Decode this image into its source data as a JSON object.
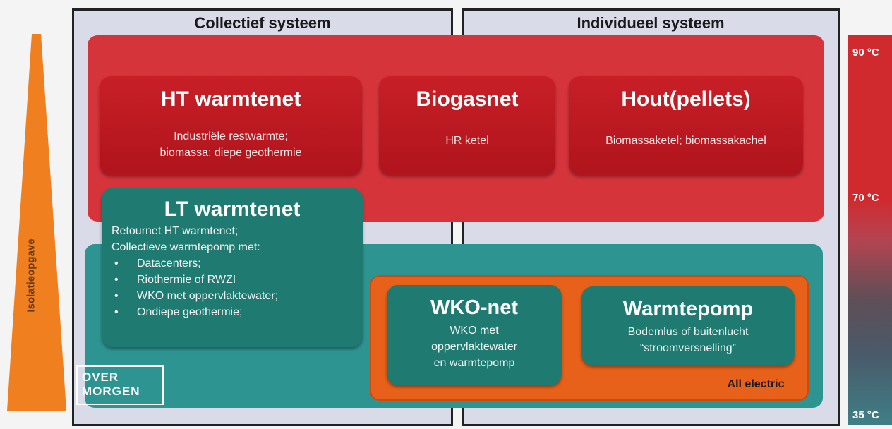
{
  "isolation": {
    "label": "Isolatieopgave"
  },
  "columns": {
    "collectief": "Collectief systeem",
    "individueel": "Individueel systeem"
  },
  "cards": {
    "ht": {
      "title": "HT warmtenet",
      "sub1": "Industriële restwarmte;",
      "sub2": "biomassa; diepe geothermie"
    },
    "biogas": {
      "title": "Biogasnet",
      "sub1": "HR ketel"
    },
    "hout": {
      "title": "Hout(pellets)",
      "sub1": "Biomassaketel; biomassakachel"
    },
    "lt": {
      "title": "LT warmtenet",
      "line1": "Retournet HT warmtenet;",
      "line2": "Collectieve warmtepomp met:",
      "bullets": [
        "Datacenters;",
        "Riothermie of RWZI",
        "WKO met oppervlaktewater;",
        "Ondiepe geothermie;"
      ]
    },
    "wko": {
      "title": "WKO-net",
      "sub1": "WKO met",
      "sub2": "oppervlaktewater",
      "sub3": "en warmtepomp"
    },
    "warmtepomp": {
      "title": "Warmtepomp",
      "sub1": "Bodemlus of buitenlucht",
      "sub2": "“stroomversnelling”"
    }
  },
  "all_electric": "All electric",
  "logo": {
    "line1": "OVER",
    "line2": "MORGEN"
  },
  "temperature": {
    "t90": "90 °C",
    "t70": "70 °C",
    "t35": "35 °C"
  },
  "colors": {
    "red": "#d6343b",
    "teal": "#2e9492",
    "orange": "#e8611a",
    "dark_teal": "#1f7b72"
  }
}
